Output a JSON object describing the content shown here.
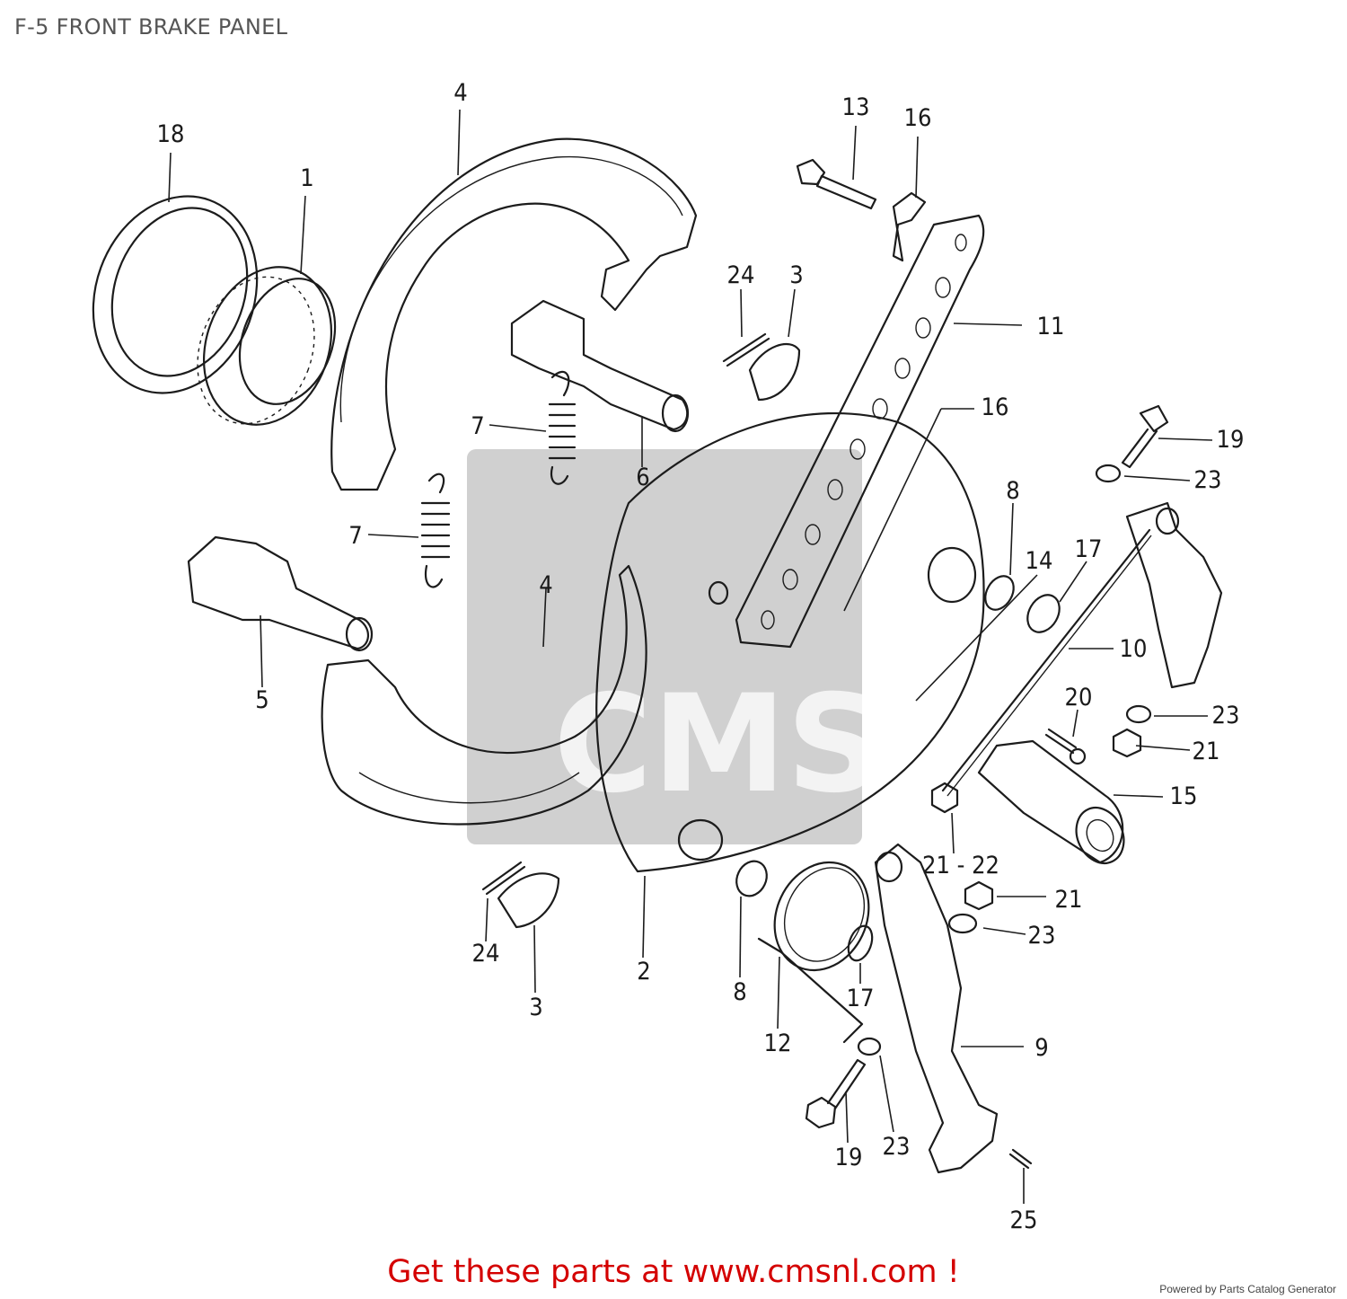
{
  "title": "F-5 FRONT BRAKE PANEL",
  "callouts": [
    {
      "id": "c-18",
      "text": "18"
    },
    {
      "id": "c-4a",
      "text": "4"
    },
    {
      "id": "c-1",
      "text": "1"
    },
    {
      "id": "c-13",
      "text": "13"
    },
    {
      "id": "c-16a",
      "text": "16"
    },
    {
      "id": "c-24a",
      "text": "24"
    },
    {
      "id": "c-3a",
      "text": "3"
    },
    {
      "id": "c-11",
      "text": "11"
    },
    {
      "id": "c-7a",
      "text": "7"
    },
    {
      "id": "c-6",
      "text": "6"
    },
    {
      "id": "c-16b",
      "text": "16"
    },
    {
      "id": "c-19a",
      "text": "19"
    },
    {
      "id": "c-23a",
      "text": "23"
    },
    {
      "id": "c-7b",
      "text": "7"
    },
    {
      "id": "c-8a",
      "text": "8"
    },
    {
      "id": "c-14",
      "text": "14"
    },
    {
      "id": "c-17a",
      "text": "17"
    },
    {
      "id": "c-4b",
      "text": "4"
    },
    {
      "id": "c-10",
      "text": "10"
    },
    {
      "id": "c-5",
      "text": "5"
    },
    {
      "id": "c-20",
      "text": "20"
    },
    {
      "id": "c-23b",
      "text": "23"
    },
    {
      "id": "c-21a",
      "text": "21"
    },
    {
      "id": "c-15",
      "text": "15"
    },
    {
      "id": "c-2122",
      "text": "21 - 22"
    },
    {
      "id": "c-21b",
      "text": "21"
    },
    {
      "id": "c-23c",
      "text": "23"
    },
    {
      "id": "c-24b",
      "text": "24"
    },
    {
      "id": "c-2",
      "text": "2"
    },
    {
      "id": "c-8b",
      "text": "8"
    },
    {
      "id": "c-17b",
      "text": "17"
    },
    {
      "id": "c-3b",
      "text": "3"
    },
    {
      "id": "c-12",
      "text": "12"
    },
    {
      "id": "c-9",
      "text": "9"
    },
    {
      "id": "c-19b",
      "text": "19"
    },
    {
      "id": "c-23d",
      "text": "23"
    },
    {
      "id": "c-25",
      "text": "25"
    }
  ],
  "watermark": {
    "text": "CMS"
  },
  "footer": {
    "promo": "Get these parts at www.cmsnl.com !",
    "powered": "Powered by Parts Catalog Generator"
  },
  "colors": {
    "promo": "#d40000",
    "title": "#555555",
    "ink": "#1c1c1c"
  }
}
